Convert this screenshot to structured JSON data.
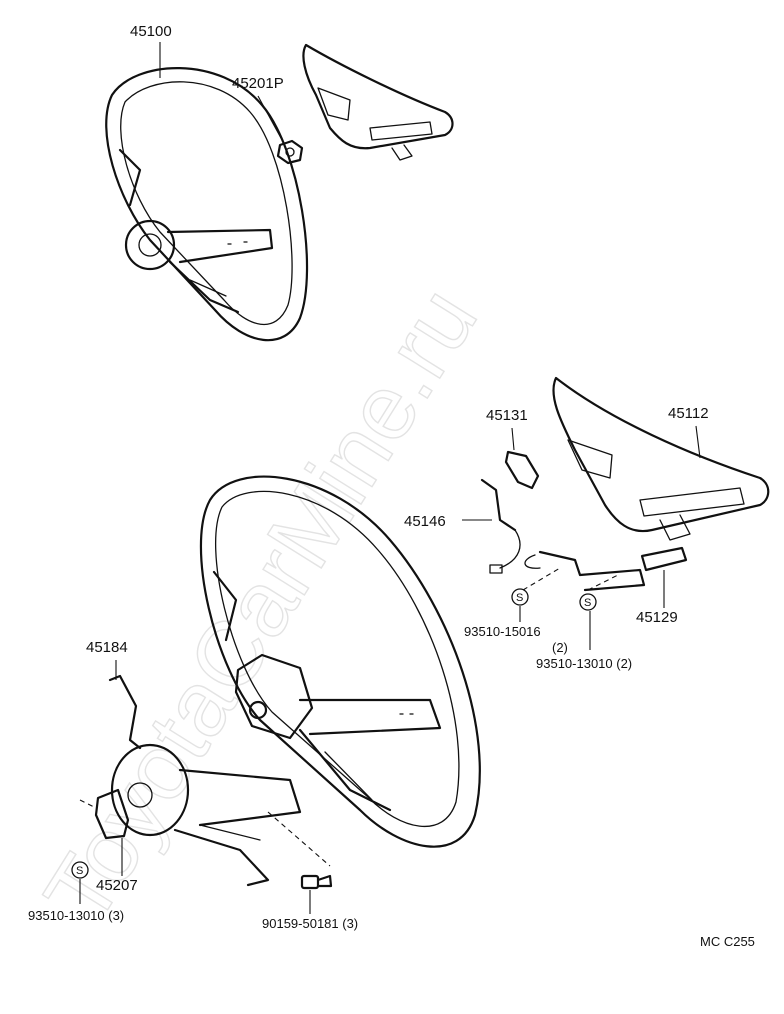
{
  "watermark": "ToyotaCarMine.ru",
  "diagram_code": "MC C255",
  "symbol_letter": "S",
  "parts": {
    "steering_wheel_upper": "45100",
    "nut": "45201P",
    "pad_bracket": "45131",
    "pad_assembly": "45112",
    "wire_harness": "45146",
    "pad_clip": "45129",
    "screw_a": "93510-15016",
    "screw_a_qty": "(2)",
    "screw_b": "93510-13010 (2)",
    "bracket_lower": "45184",
    "spring_washer": "45207",
    "screw_c": "93510-13010 (3)",
    "bolt": "90159-50181 (3)"
  }
}
